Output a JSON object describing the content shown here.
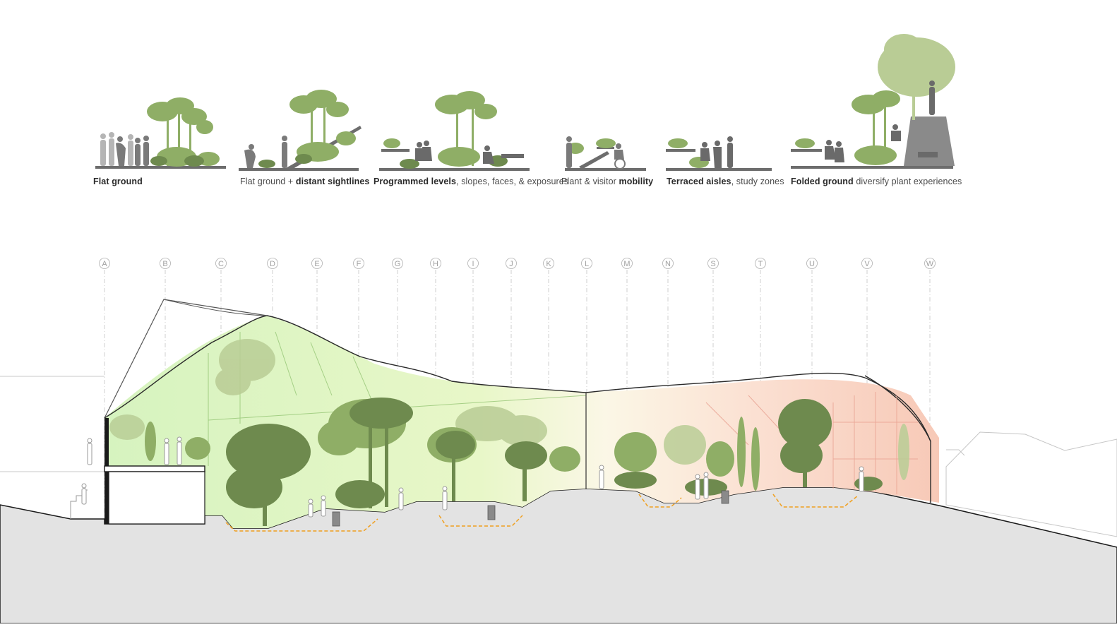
{
  "captions": [
    {
      "bold": "Flat ground",
      "rest": ""
    },
    {
      "pre": "Flat ground + ",
      "bold": "distant sightlines"
    },
    {
      "bold": "Programmed levels",
      "rest": ", slopes, faces, & exposures"
    },
    {
      "pre": "Plant & visitor ",
      "bold": "mobility"
    },
    {
      "bold": "Terraced aisles",
      "rest": ", study zones"
    },
    {
      "bold": "Folded ground",
      "rest": " diversify plant experiences"
    }
  ],
  "grid_labels": [
    "A",
    "B",
    "C",
    "D",
    "E",
    "F",
    "G",
    "H",
    "I",
    "J",
    "K",
    "L",
    "M",
    "N",
    "S",
    "T",
    "U",
    "V",
    "W"
  ],
  "colors": {
    "foliage_dark": "#6e8a4e",
    "foliage_mid": "#8fa86a",
    "foliage_light": "#b9cc95",
    "glass_green": "#d9f2c2",
    "glass_pink": "#f9d3c4",
    "ground": "#e3e3e3",
    "utility_line": "#f0a020",
    "figure_gray": "#8a8a8a"
  }
}
